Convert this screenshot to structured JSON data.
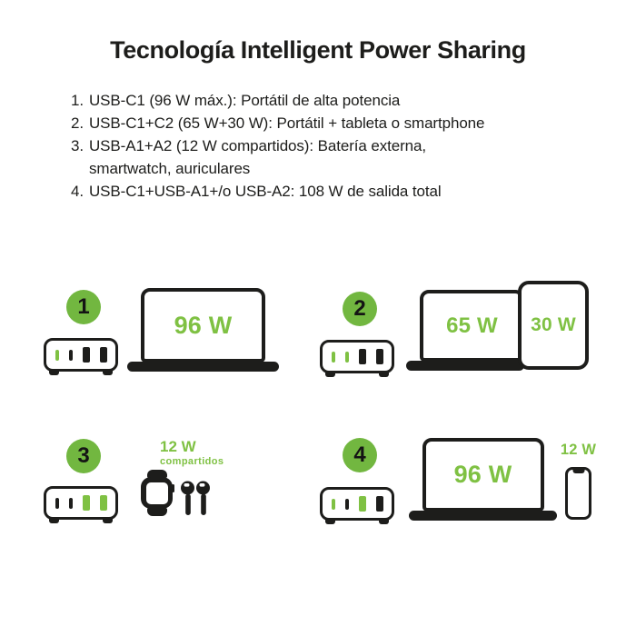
{
  "title": "Tecnología Intelligent Power Sharing",
  "colors": {
    "green": "#72B740",
    "lime": "#7FC143",
    "ink": "#1D1D1B"
  },
  "list": [
    {
      "num": "1.",
      "text": "USB-C1 (96 W máx.): Portátil de alta potencia"
    },
    {
      "num": "2.",
      "text": "USB-C1+C2 (65 W+30 W): Portátil + tableta o smartphone"
    },
    {
      "num": "3.",
      "text": "USB-A1+A2 (12 W compartidos): Batería externa,",
      "text2": "smartwatch, auriculares"
    },
    {
      "num": "4.",
      "text": "USB-C1+USB-A1+/o USB-A2: 108 W de salida total"
    }
  ],
  "panels": [
    {
      "number": "1",
      "ports": [
        "port c on",
        "port c",
        "port a",
        "port a"
      ],
      "laptop_watts": "96 W"
    },
    {
      "number": "2",
      "ports": [
        "port c on",
        "port c on",
        "port a",
        "port a"
      ],
      "laptop_watts": "65 W",
      "tablet_watts": "30 W"
    },
    {
      "number": "3",
      "ports": [
        "port c",
        "port c",
        "port a on",
        "port a on"
      ],
      "shared_watts": "12 W",
      "shared_label": "compartidos"
    },
    {
      "number": "4",
      "ports": [
        "port c on",
        "port c",
        "port a on",
        "port a"
      ],
      "laptop_watts": "96 W",
      "phone_watts": "12 W"
    }
  ]
}
